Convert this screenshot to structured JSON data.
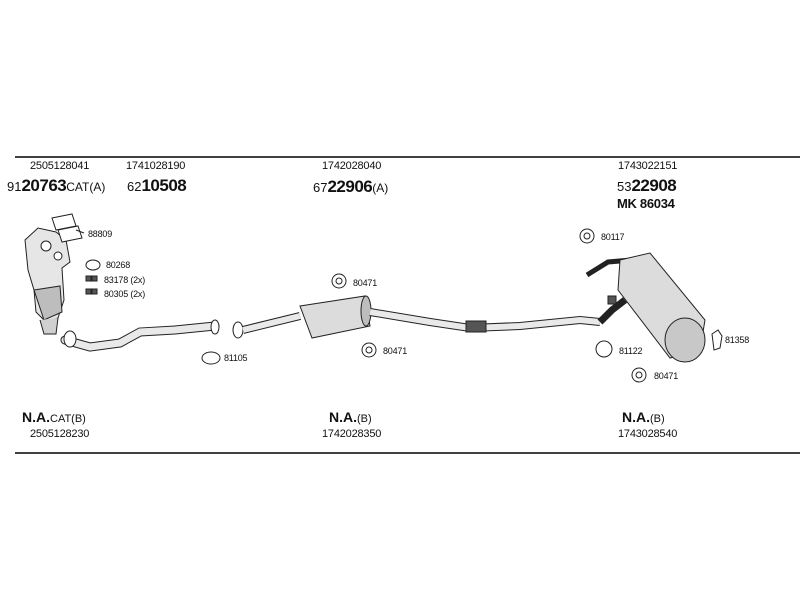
{
  "top_row": {
    "col1": {
      "code": "2505128041",
      "prefix": "91",
      "number": "20763",
      "suffix": "CAT(A)"
    },
    "col2": {
      "code": "1741028190",
      "prefix": "62",
      "number": "10508"
    },
    "col3": {
      "code": "1742028040",
      "prefix": "67",
      "number": "22906",
      "suffix": "(A)"
    },
    "col4": {
      "code": "1743022151",
      "prefix": "53",
      "number": "22908",
      "mk": "MK  86034"
    }
  },
  "parts": {
    "p88809": "88809",
    "p80268": "80268",
    "p83178": "83178 (2x)",
    "p80305": "80305 (2x)",
    "p81105": "81105",
    "p80471a": "80471",
    "p80471b": "80471",
    "p80117": "80117",
    "p81122": "81122",
    "p80471c": "80471",
    "p81358": "81358"
  },
  "bottom_row": {
    "col1": {
      "title": "N.A.",
      "suffix": "CAT(B)",
      "code": "2505128230"
    },
    "col2": {
      "title": "N.A.",
      "suffix": "(B)",
      "code": "1742028350"
    },
    "col3": {
      "title": "N.A.",
      "suffix": "(B)",
      "code": "1743028540"
    }
  }
}
